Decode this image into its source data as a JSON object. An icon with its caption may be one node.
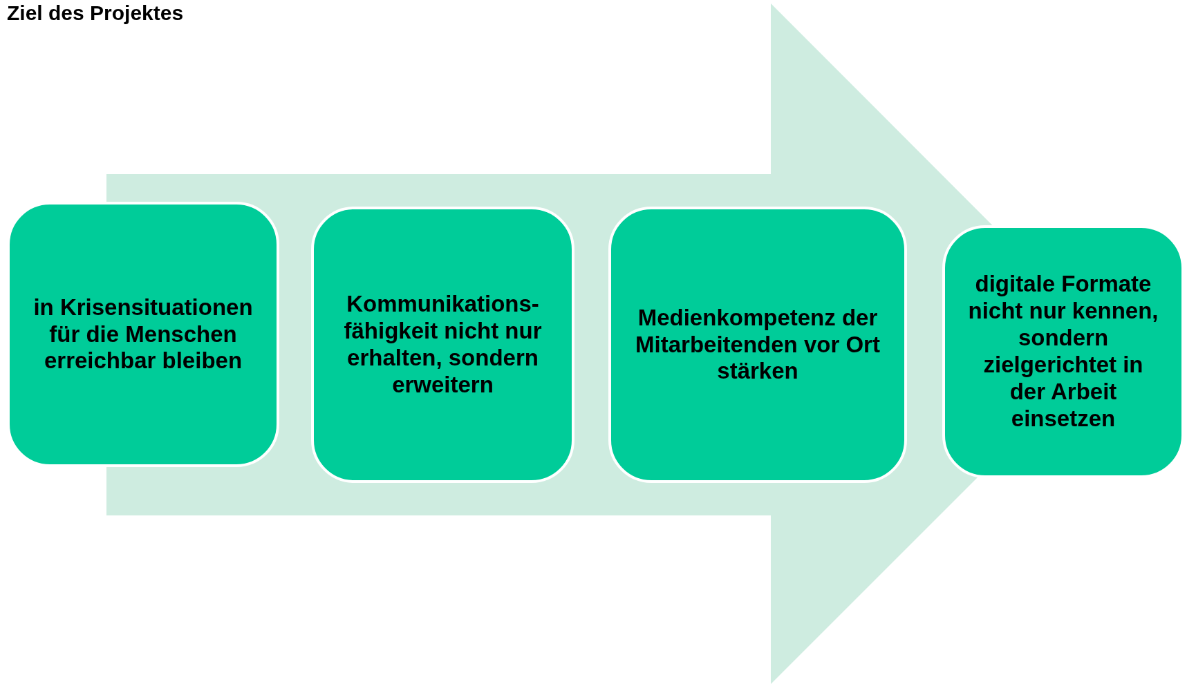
{
  "diagram": {
    "title": "Ziel des Projektes",
    "nodes": [
      {
        "text": [
          "in Krisensituationen für die Menschen erreichbar bleiben"
        ]
      },
      {
        "text": [
          "Kommunikations-fähigkeit nicht nur erhalten, sondern erweitern"
        ]
      },
      {
        "text": [
          "Medienkompetenz der Mitarbeitenden vor Ort stärken"
        ]
      },
      {
        "text": [
          "digitale Formate nicht nur kennen, sondern zielgerichtet in der Arbeit einsetzen"
        ]
      }
    ],
    "edges": [
      {
        "from": 0,
        "to": 3,
        "arrow": "to"
      }
    ]
  }
}
